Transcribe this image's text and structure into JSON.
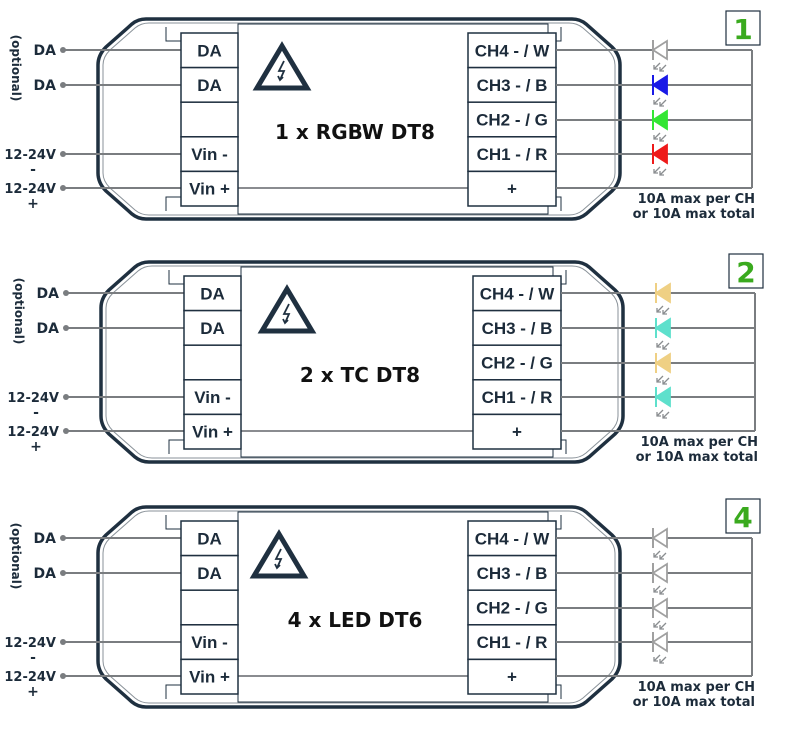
{
  "colors": {
    "housing": "#1f3040",
    "wire": "#7a7d80",
    "text": "#1c2b3a",
    "badge_text": "#3aaa1e",
    "led_outline": "#a0a0a0"
  },
  "diagrams": [
    {
      "badge": "1",
      "title": "1 x RGBW DT8",
      "optional_label": "(optional)",
      "inputs": [
        "DA",
        "DA",
        "12-24V",
        "12-24V"
      ],
      "input_polarity": [
        "",
        "",
        "-",
        "+"
      ],
      "left_terminals": [
        "DA",
        "DA",
        "",
        "Vin -",
        "Vin +"
      ],
      "right_terminals": [
        "CH4 - / W",
        "CH3 - / B",
        "CH2 - / G",
        "CH1 - / R",
        "+"
      ],
      "leds": [
        {
          "name": "white",
          "color": "#ffffff"
        },
        {
          "name": "blue",
          "color": "#1a1ae6"
        },
        {
          "name": "green",
          "color": "#33e633"
        },
        {
          "name": "red",
          "color": "#ee1a1a"
        }
      ],
      "note_line1": "10A max per CH",
      "note_line2": "or 10A max total",
      "warning_icon": "high-voltage-warning-icon"
    },
    {
      "badge": "2",
      "title": "2 x TC DT8",
      "optional_label": "(optional)",
      "inputs": [
        "DA",
        "DA",
        "12-24V",
        "12-24V"
      ],
      "input_polarity": [
        "",
        "",
        "-",
        "+"
      ],
      "left_terminals": [
        "DA",
        "DA",
        "",
        "Vin -",
        "Vin +"
      ],
      "right_terminals": [
        "CH4 - / W",
        "CH3 - / B",
        "CH2 - / G",
        "CH1 - / R",
        "+"
      ],
      "leds": [
        {
          "name": "warm-white",
          "color": "#efd084"
        },
        {
          "name": "cool-white",
          "color": "#5ee0cc"
        },
        {
          "name": "warm-white",
          "color": "#efd084"
        },
        {
          "name": "cool-white",
          "color": "#5ee0cc"
        }
      ],
      "note_line1": "10A max per CH",
      "note_line2": "or 10A max total",
      "warning_icon": "high-voltage-warning-icon"
    },
    {
      "badge": "4",
      "title": "4 x LED DT6",
      "optional_label": "(optional)",
      "inputs": [
        "DA",
        "DA",
        "12-24V",
        "12-24V"
      ],
      "input_polarity": [
        "",
        "",
        "-",
        "+"
      ],
      "left_terminals": [
        "DA",
        "DA",
        "",
        "Vin -",
        "Vin +"
      ],
      "right_terminals": [
        "CH4 - / W",
        "CH3 - / B",
        "CH2 - / G",
        "CH1 - / R",
        "+"
      ],
      "leds": [
        {
          "name": "led",
          "color": "#ffffff"
        },
        {
          "name": "led",
          "color": "#ffffff"
        },
        {
          "name": "led",
          "color": "#ffffff"
        },
        {
          "name": "led",
          "color": "#ffffff"
        }
      ],
      "note_line1": "10A max per CH",
      "note_line2": "or 10A max total",
      "warning_icon": "high-voltage-warning-icon"
    }
  ]
}
